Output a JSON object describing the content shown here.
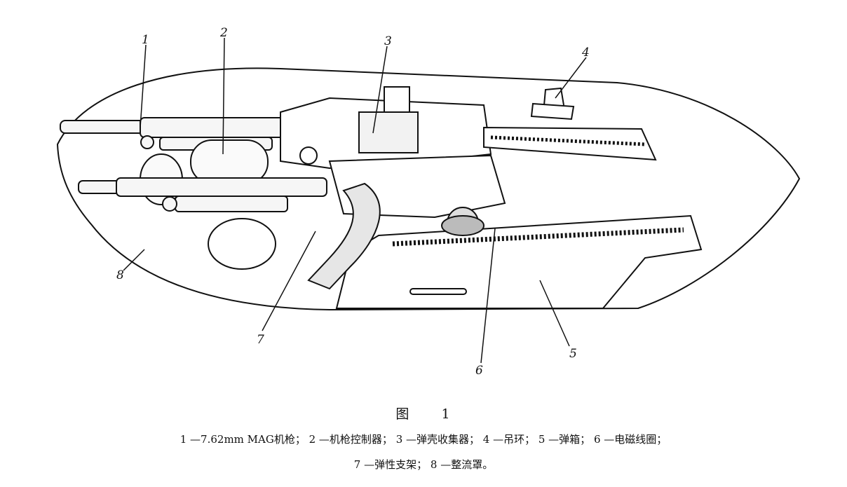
{
  "figure": {
    "callouts": [
      "1",
      "2",
      "3",
      "4",
      "5",
      "6",
      "7",
      "8"
    ],
    "caption_prefix": "图",
    "caption_number": "1"
  },
  "legend": {
    "line1": "1 —7.62mm MAG机枪； 2 —机枪控制器； 3 —弹壳收集器； 4 —吊环； 5 —弹箱； 6 —电磁线圈；",
    "line2": "7 —弹性支架； 8 —整流罩。"
  }
}
